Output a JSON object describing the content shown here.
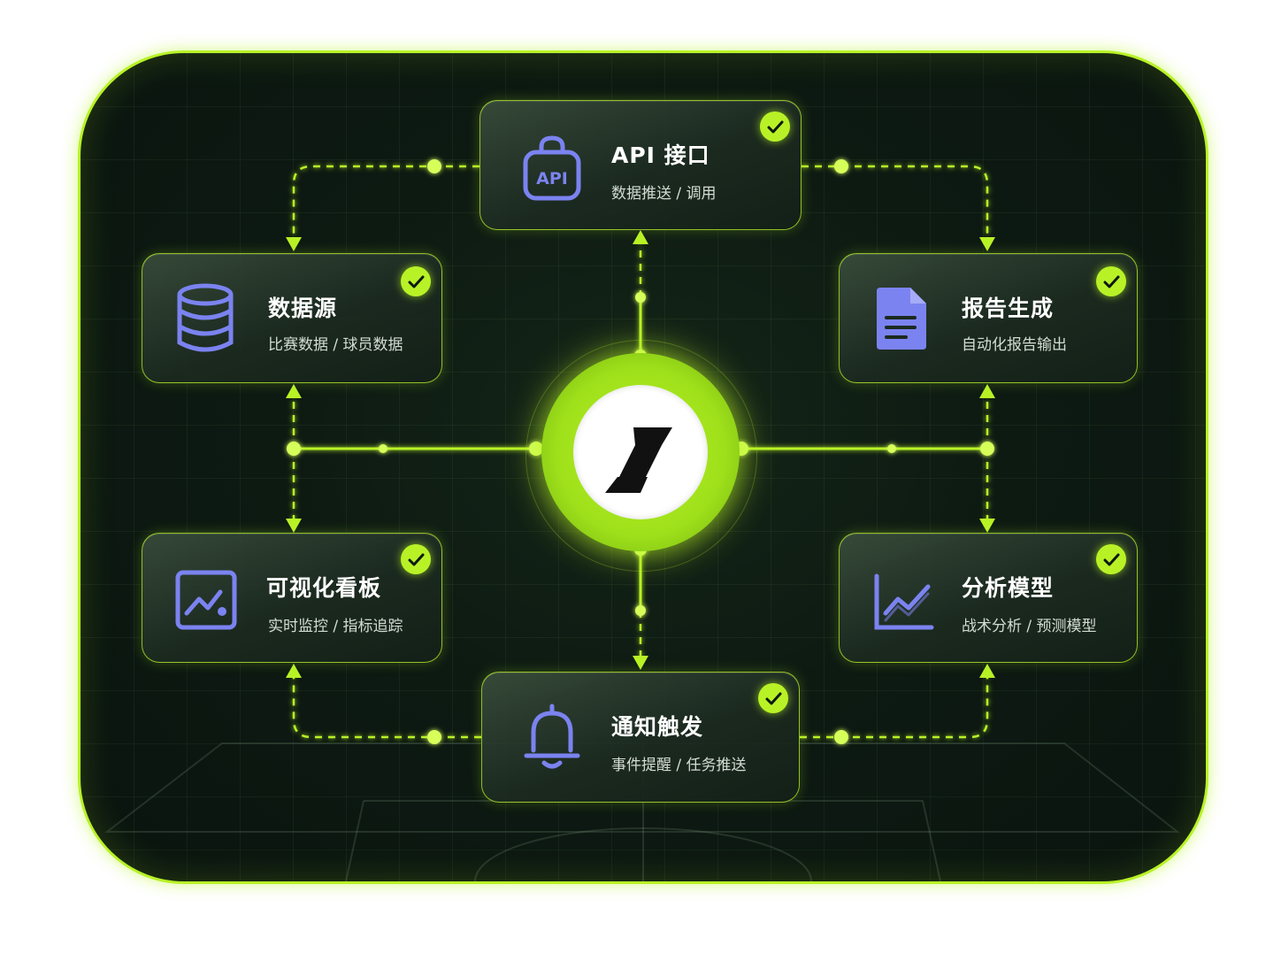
{
  "hub": {
    "logo": "s-logo-icon"
  },
  "nodes": {
    "api": {
      "title": "API 接口",
      "subtitle": "数据推送 / 调用",
      "icon": "api-bag-icon",
      "icon_text": "API",
      "status": "done"
    },
    "data_source": {
      "title": "数据源",
      "subtitle": "比赛数据 / 球员数据",
      "icon": "database-icon",
      "status": "done"
    },
    "report": {
      "title": "报告生成",
      "subtitle": "自动化报告输出",
      "icon": "document-icon",
      "status": "done"
    },
    "dashboard": {
      "title": "可视化看板",
      "subtitle": "实时监控 / 指标追踪",
      "icon": "chart-board-icon",
      "status": "done"
    },
    "model": {
      "title": "分析模型",
      "subtitle": "战术分析 / 预测模型",
      "icon": "line-chart-icon",
      "status": "done"
    },
    "notify": {
      "title": "通知触发",
      "subtitle": "事件提醒 / 任务推送",
      "icon": "bell-icon",
      "status": "done"
    }
  },
  "colors": {
    "accent": "#b8f226",
    "icon": "#7b83f0",
    "panel": "#0d1a12",
    "card_border": "#b8f226",
    "text": "#ffffff",
    "subtext": "#d4dcd2"
  }
}
